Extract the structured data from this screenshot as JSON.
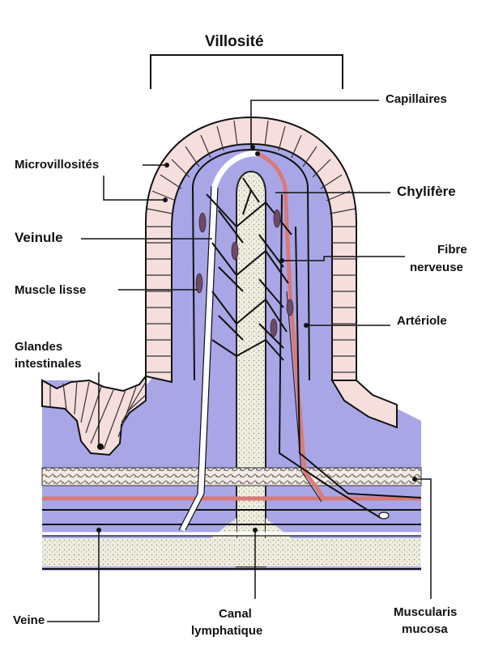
{
  "title": "Villosité",
  "labels": {
    "capillaires": "Capillaires",
    "microvillosites": "Microvillosités",
    "chylifere": "Chylifère",
    "veinule": "Veinule",
    "fibre_line1": "Fibre",
    "fibre_line2": "nerveuse",
    "muscle_lisse": "Muscle lisse",
    "arteriole": "Artériole",
    "glandes_line1": "Glandes",
    "glandes_line2": "intestinales",
    "veine": "Veine",
    "canal_line1": "Canal",
    "canal_line2": "lymphatique",
    "muscularis_line1": "Muscularis",
    "muscularis_line2": "mucosa"
  },
  "colors": {
    "lamina": "#a9a6e8",
    "epithelium": "#f6dedd",
    "lymph": "#efeddf",
    "artery": "#d97a78",
    "outline": "#111111"
  }
}
